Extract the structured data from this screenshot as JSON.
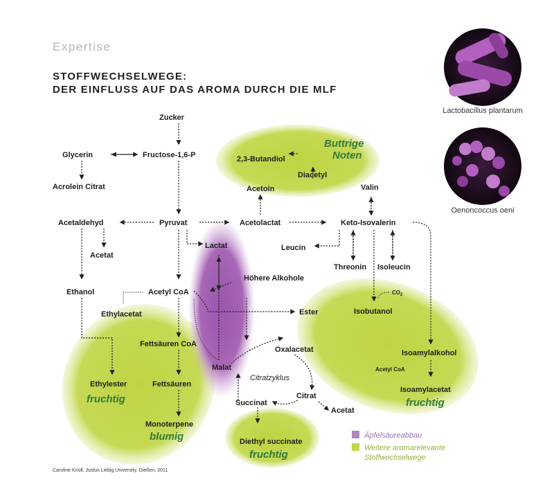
{
  "header": {
    "section": "Expertise",
    "title_line1": "STOFFWECHSELWEGE:",
    "title_line2": "DER EINFLUSS AUF DAS AROMA DURCH DIE MLF"
  },
  "images": [
    {
      "caption": "Lactobacillus plantarum"
    },
    {
      "caption": "Oenoncoccus oeni"
    }
  ],
  "nodes": {
    "zucker": "Zucker",
    "glycerin": "Glycerin",
    "fructose": "Fructose-1,6-P",
    "acrolein": "Acrolein Citrat",
    "butandiol": "2,3-Butandiol",
    "diacetyl": "Diacetyl",
    "acetoin": "Acetoin",
    "valin": "Valin",
    "acetaldehyd": "Acetaldehyd",
    "pyruvat": "Pyruvat",
    "acetolactat": "Acetolactat",
    "keto_isovalerin": "Keto-Isovalerin",
    "acetat": "Acetat",
    "lactat": "Lactat",
    "leucin": "Leucin",
    "threonin": "Threonin",
    "isoleucin": "Isoleucin",
    "hoehere_alkohole": "Höhere Alkohole",
    "ethanol": "Ethanol",
    "acetyl_coa": "Acetyl CoA",
    "co2": "CO",
    "co2_sub": "2",
    "ethylacetat": "Ethylacetat",
    "ester": "Ester",
    "isobutanol": "Isobutanol",
    "fettsaeuren_coa": "Fettsäuren CoA",
    "oxalacetat": "Oxalacetat",
    "isoamylalkohol": "Isoamylalkohol",
    "malat": "Malat",
    "acetyl_coa_small": "Acetyl CoA",
    "ethylester": "Ethylester",
    "fettsaeuren": "Fettsäuren",
    "citratzyklus": "Citratzyklus",
    "isoamylacetat": "Isoamylacetat",
    "succinat": "Succinat",
    "citrat": "Citrat",
    "acetat2": "Acetat",
    "monoterpene": "Monoterpene",
    "diethyl_succinate": "Diethyl succinate"
  },
  "aroma_notes": {
    "buttrige_1": "Buttrige",
    "buttrige_2": "Noten",
    "fruchtig_ethylester": "fruchtig",
    "blumig": "blumig",
    "fruchtig_isoamyl": "fruchtig",
    "fruchtig_succinate": "fruchtig"
  },
  "legend": {
    "purple_label": "Äpfelsäureabbau",
    "green_label_1": "Weitere aromarelevante",
    "green_label_2": "Stoffwechselwege"
  },
  "colors": {
    "green": "#c3d648",
    "purple": "#a263b2",
    "green_text": "#2e7a3a"
  },
  "credit": "Caroline Knoll, Justus Liebig University, Gießen, 2011"
}
